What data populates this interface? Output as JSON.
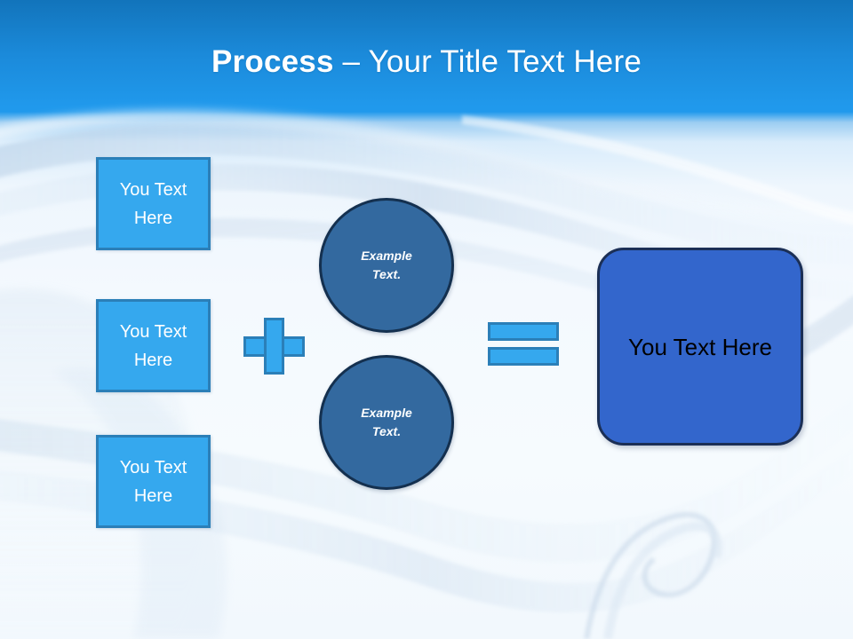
{
  "slide": {
    "title": {
      "strong": "Process",
      "rest": " – Your Title Text Here"
    }
  },
  "inputs": [
    {
      "label": "You Text Here"
    },
    {
      "label": "You Text Here"
    },
    {
      "label": "You Text Here"
    }
  ],
  "operators": {
    "plus": "+",
    "equals": "="
  },
  "circles": [
    {
      "line1": "Example",
      "line2": "Text."
    },
    {
      "line1": "Example",
      "line2": "Text."
    }
  ],
  "result": {
    "label": "You Text Here"
  },
  "colors": {
    "header_top": "#1274bb",
    "header_bottom": "#2099ec",
    "box_fill": "#35a8ee",
    "box_border": "#2b7fb8",
    "circle_fill": "#33699f",
    "circle_border": "#14304f",
    "result_fill": "#3366cc",
    "result_border": "#1b2f56",
    "title_text": "#ffffff",
    "background": "#f2f8fd"
  }
}
